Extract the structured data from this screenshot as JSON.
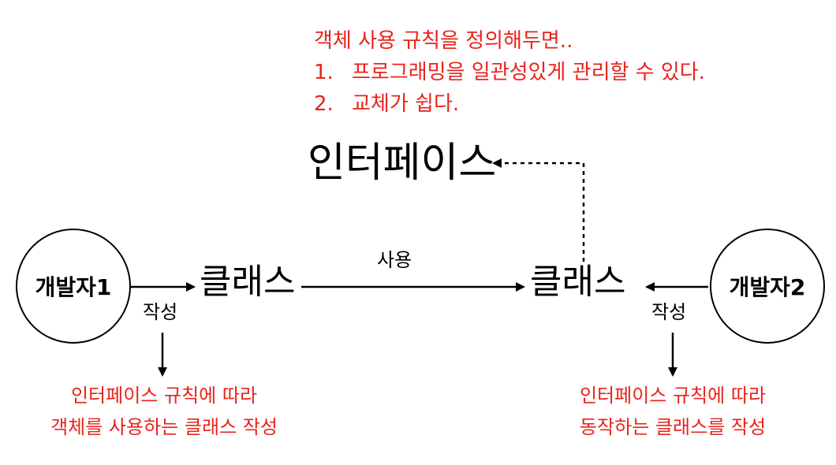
{
  "top_note": {
    "heading": "객체 사용 규칙을 정의해두면..",
    "items": [
      {
        "number": "1.",
        "text": "프로그래밍을 일관성있게 관리할 수 있다."
      },
      {
        "number": "2.",
        "text": "교체가 쉽다."
      }
    ]
  },
  "interface_title": "인터페이스",
  "developer1": "개발자1",
  "developer2": "개발자2",
  "class_left": "클래스",
  "class_right": "클래스",
  "label_use": "사용",
  "label_write_left": "작성",
  "label_write_right": "작성",
  "note_bottom_left": {
    "line1": "인터페이스 규칙에 따라",
    "line2": "객체를 사용하는 클래스 작성"
  },
  "note_bottom_right": {
    "line1": "인터페이스 규칙에 따라",
    "line2": "동작하는 클래스를 작성"
  },
  "colors": {
    "note": "#e8231b",
    "text": "#000000"
  }
}
